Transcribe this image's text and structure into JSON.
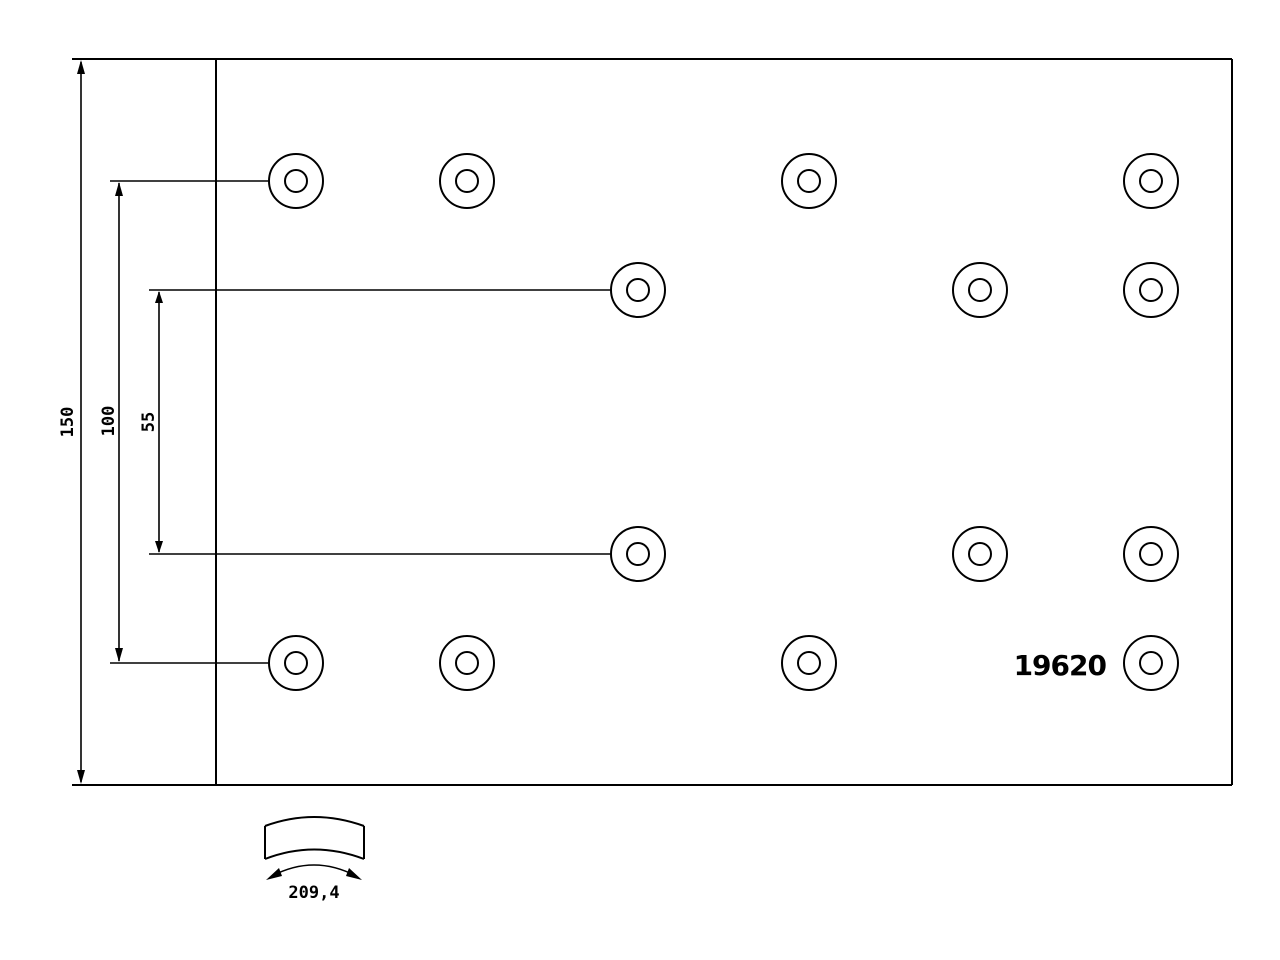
{
  "diagram": {
    "part_number": "19620",
    "dimensions": {
      "overall_height": "150",
      "outer_rivet_spacing": "100",
      "inner_rivet_spacing": "55",
      "arc_length": "209,4"
    },
    "rivet_holes": {
      "rows": [
        {
          "name": "row-top",
          "count": 4
        },
        {
          "name": "row-upper-middle",
          "count": 3
        },
        {
          "name": "row-lower-middle",
          "count": 3
        },
        {
          "name": "row-bottom",
          "count": 4
        }
      ],
      "total": 14
    },
    "colors": {
      "ink": "#000000",
      "paper": "#ffffff"
    }
  }
}
